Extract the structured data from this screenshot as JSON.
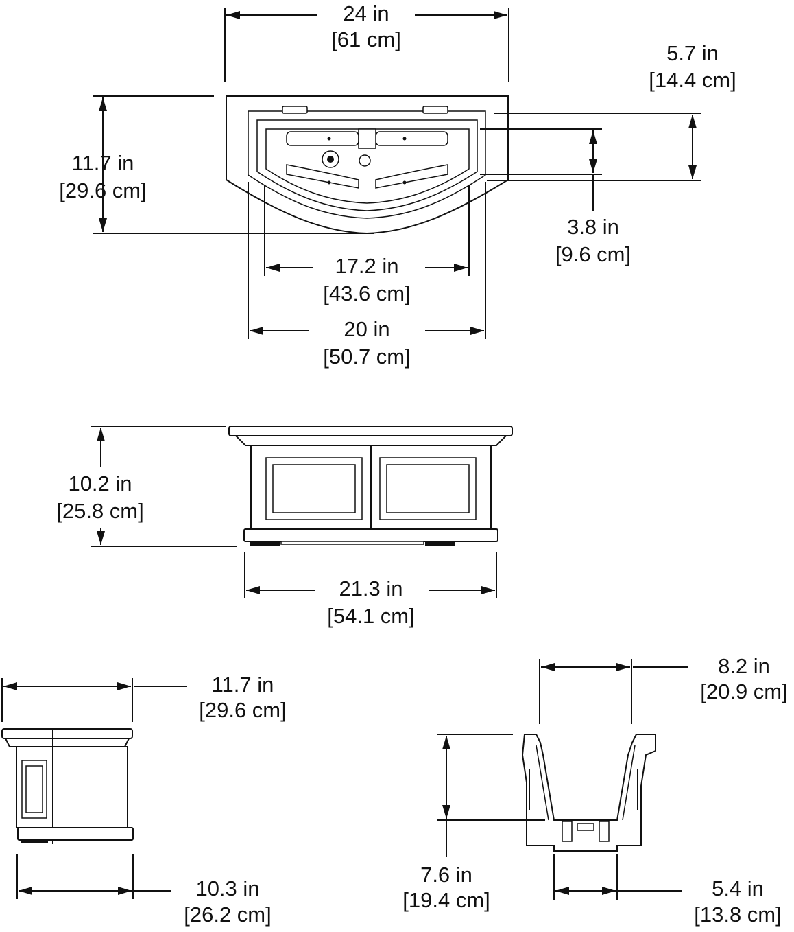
{
  "colors": {
    "line": "#111111",
    "background": "#ffffff"
  },
  "views": {
    "top": {
      "width_total": {
        "in": "24 in",
        "cm": "[61 cm]"
      },
      "depth_total": {
        "in": "11.7 in",
        "cm": "[29.6 cm]"
      },
      "depth_outer": {
        "in": "5.7 in",
        "cm": "[14.4 cm]"
      },
      "depth_inner": {
        "in": "3.8 in",
        "cm": "[9.6 cm]"
      },
      "width_inner": {
        "in": "17.2 in",
        "cm": "[43.6 cm]"
      },
      "width_mid": {
        "in": "20 in",
        "cm": "[50.7 cm]"
      }
    },
    "front": {
      "height": {
        "in": "10.2 in",
        "cm": "[25.8 cm]"
      },
      "base_width": {
        "in": "21.3 in",
        "cm": "[54.1 cm]"
      }
    },
    "side": {
      "top_depth": {
        "in": "11.7 in",
        "cm": "[29.6 cm]"
      },
      "base_depth": {
        "in": "10.3 in",
        "cm": "[26.2 cm]"
      }
    },
    "section": {
      "top_width": {
        "in": "8.2 in",
        "cm": "[20.9 cm]"
      },
      "inner_height": {
        "in": "7.6 in",
        "cm": "[19.4 cm]"
      },
      "base_width": {
        "in": "5.4 in",
        "cm": "[13.8 cm]"
      }
    }
  }
}
